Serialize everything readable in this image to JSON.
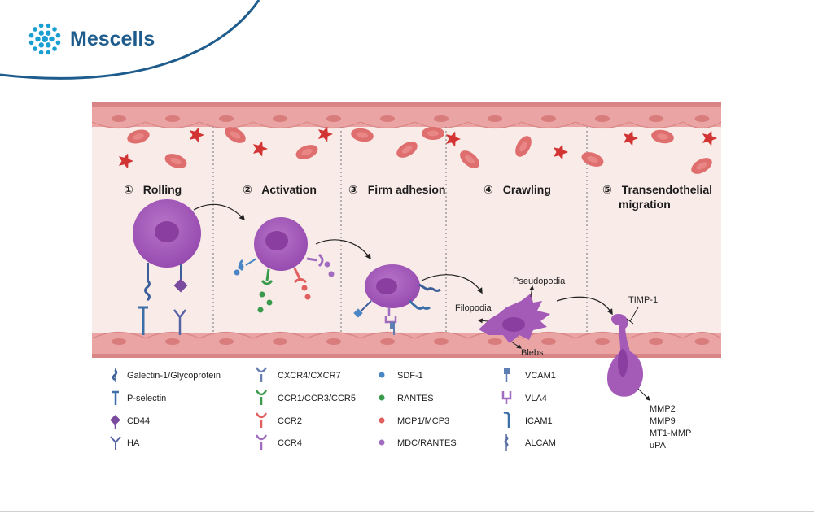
{
  "brand": {
    "name": "Mescells",
    "color": "#1d5c8c",
    "accent": "#1a9fd3",
    "icon": "cell-cluster-logo"
  },
  "stages": [
    {
      "number": "①",
      "title": "Rolling"
    },
    {
      "number": "②",
      "title": "Activation"
    },
    {
      "number": "③",
      "title": "Firm adhesion"
    },
    {
      "number": "④",
      "title": "Crawling"
    },
    {
      "number": "⑤",
      "title": "Transendothelial",
      "title2": "migration"
    }
  ],
  "annotations": {
    "pseudopodia": "Pseudopodia",
    "filopodia": "Filopodia",
    "blebs": "Blebs",
    "timp": "TIMP-1",
    "mmps": [
      "MMP2",
      "MMP9",
      "MT1-MMP",
      "uPA"
    ]
  },
  "legend": [
    [
      {
        "label": "Galectin-1/Glycoprotein",
        "icon": "galectin-icon"
      },
      {
        "label": "P-selectin",
        "icon": "p-selectin-icon"
      },
      {
        "label": "CD44",
        "icon": "cd44-icon"
      },
      {
        "label": "HA",
        "icon": "ha-icon"
      }
    ],
    [
      {
        "label": "CXCR4/CXCR7",
        "icon": "cxcr4-icon"
      },
      {
        "label": "CCR1/CCR3/CCR5",
        "icon": "ccr1-icon"
      },
      {
        "label": "CCR2",
        "icon": "ccr2-icon"
      },
      {
        "label": "CCR4",
        "icon": "ccr4-icon"
      }
    ],
    [
      {
        "label": "SDF-1",
        "icon": "sdf1-icon"
      },
      {
        "label": "RANTES",
        "icon": "rantes-icon"
      },
      {
        "label": "MCP1/MCP3",
        "icon": "mcp-icon"
      },
      {
        "label": "MDC/RANTES",
        "icon": "mdc-icon"
      }
    ],
    [
      {
        "label": "VCAM1",
        "icon": "vcam1-icon"
      },
      {
        "label": "VLA4",
        "icon": "vla4-icon"
      },
      {
        "label": "ICAM1",
        "icon": "icam1-icon"
      },
      {
        "label": "ALCAM",
        "icon": "alcam-icon"
      }
    ]
  ],
  "colors": {
    "vessel_bg": "#f9ebe7",
    "endothelium": "#e8a2a2",
    "cell": "#a45bb8",
    "nucleus": "#8a3e9f",
    "rbc": "#df6f6f",
    "platelet": "#d23333",
    "blue": "#4a86c5",
    "green": "#3a9a4c",
    "red": "#e25f5f",
    "purple": "#a06cbf"
  }
}
